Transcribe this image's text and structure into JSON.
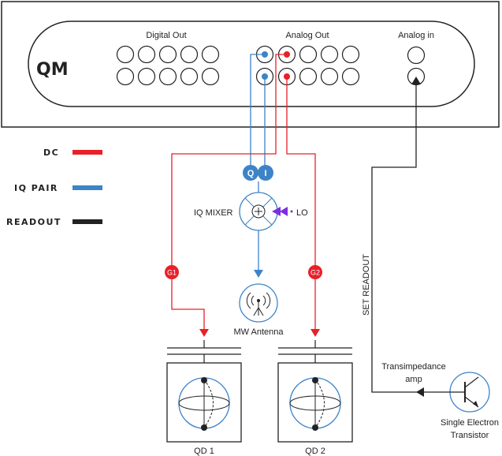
{
  "colors": {
    "dc": "#e8202a",
    "iq": "#3d83c8",
    "readout": "#222222",
    "lo": "#7a2fe0"
  },
  "controller": {
    "logo": "QM",
    "digital_out_label": "Digital Out",
    "analog_out_label": "Analog Out",
    "analog_in_label": "Analog in"
  },
  "legend": [
    {
      "label": "DC",
      "color": "#e8202a"
    },
    {
      "label": "IQ PAIR",
      "color": "#3d83c8"
    },
    {
      "label": "READOUT",
      "color": "#222222"
    }
  ],
  "mixer": {
    "label": "IQ MIXER",
    "q_badge": "Q",
    "i_badge": "I",
    "lo_label": "LO"
  },
  "gates": {
    "g1": "G1",
    "g2": "G2"
  },
  "antenna_label": "MW Antenna",
  "readout_label": "SET READOUT",
  "amp_label_line1": "Transimpedance",
  "amp_label_line2": "amp",
  "transistor_line1": "Single Electron",
  "transistor_line2": "Transistor",
  "qd1_label": "QD 1",
  "qd2_label": "QD 2"
}
